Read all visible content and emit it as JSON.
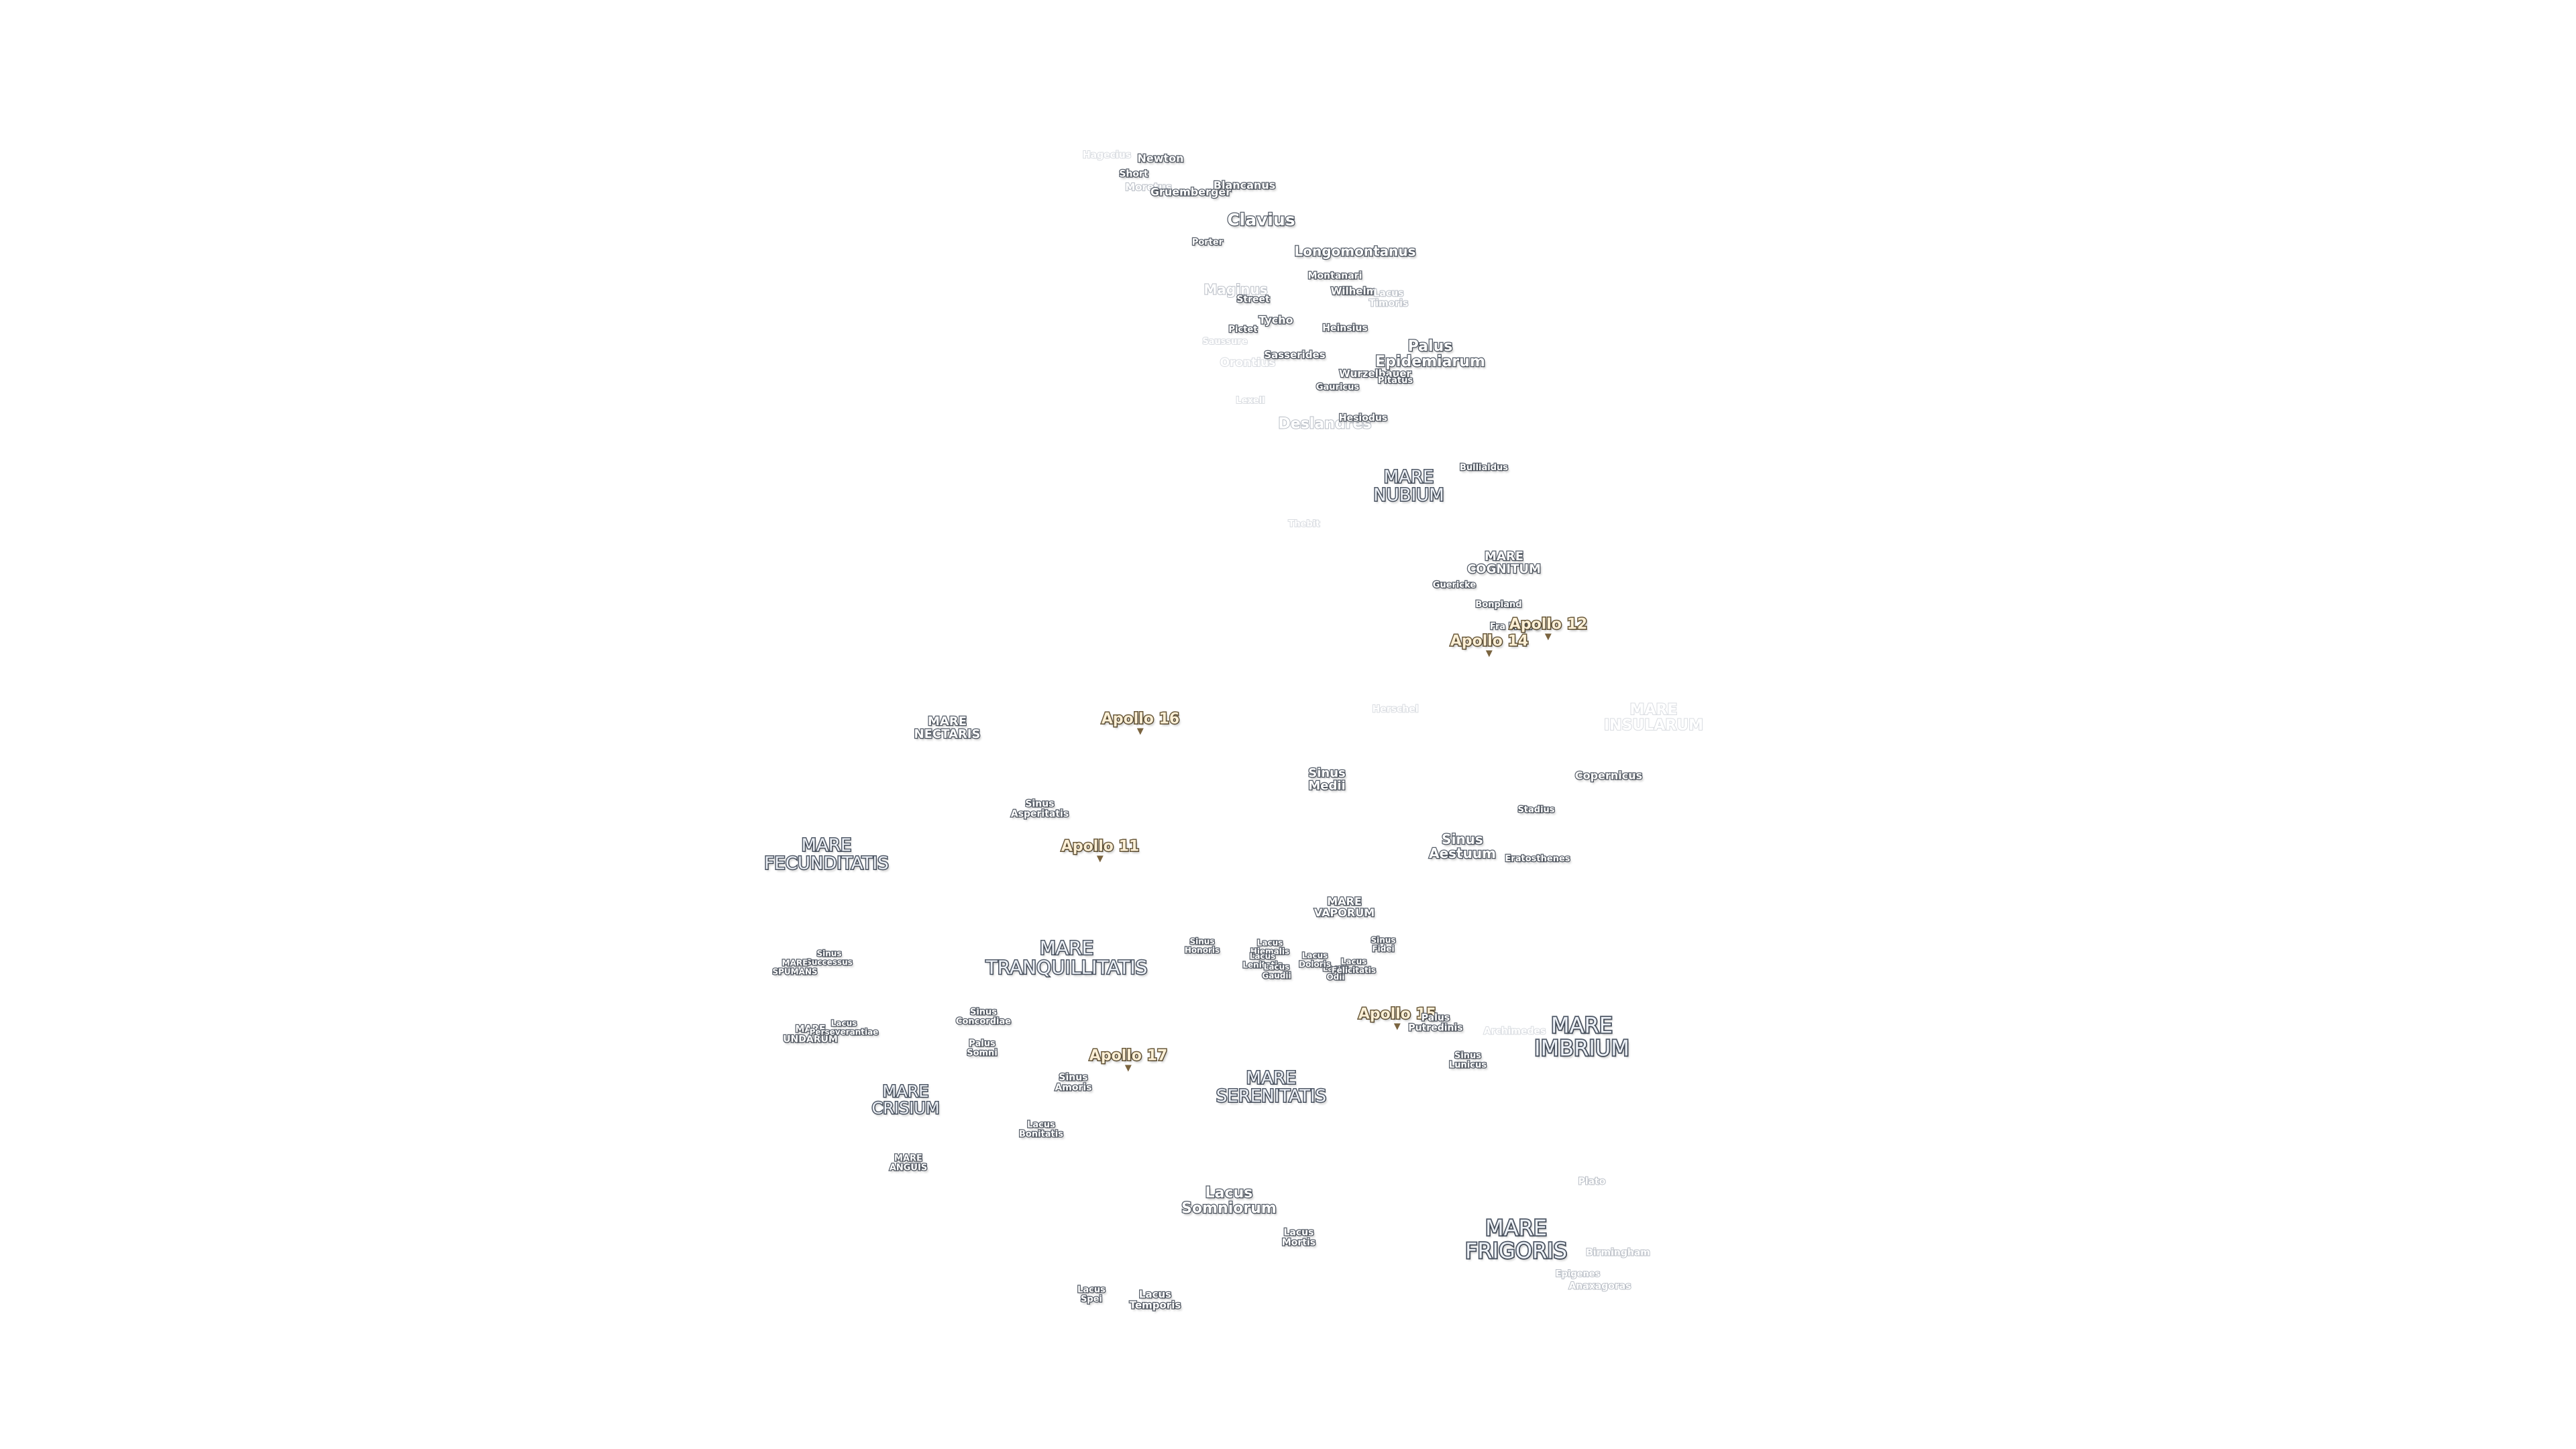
{
  "map": {
    "type": "lunar-feature-labels",
    "background": "#ffffff",
    "colors": {
      "label_fill": "#ffffff",
      "label_outline": "#525a66",
      "mare_fill": "#eef2f8",
      "apollo_fill": "#fdf0d6",
      "apollo_outline": "#6a5a3c",
      "faded_outline": "#b9bec6"
    },
    "labels": [
      {
        "id": "hagecius",
        "text": "Hagecius",
        "style": "faint2",
        "size": 14
      },
      {
        "id": "newton",
        "text": "Newton",
        "style": "crater",
        "size": 16
      },
      {
        "id": "short",
        "text": "Short",
        "style": "crater",
        "size": 14
      },
      {
        "id": "moretus",
        "text": "Moretus",
        "style": "faint",
        "size": 15
      },
      {
        "id": "gruemberger",
        "text": "Gruemberger",
        "style": "crater",
        "size": 16
      },
      {
        "id": "blancanus",
        "text": "Blancanus",
        "style": "crater",
        "size": 16
      },
      {
        "id": "clavius",
        "text": "Clavius",
        "style": "feature",
        "size": 25
      },
      {
        "id": "porter",
        "text": "Porter",
        "style": "crater",
        "size": 13
      },
      {
        "id": "longomontanus",
        "text": "Longomontanus",
        "style": "feature",
        "size": 20
      },
      {
        "id": "montanari",
        "text": "Montanari",
        "style": "crater",
        "size": 14
      },
      {
        "id": "wilhelm",
        "text": "Wilhelm",
        "style": "crater",
        "size": 15
      },
      {
        "id": "lacus-timoris",
        "text": "Lacus\nTimoris",
        "style": "faint",
        "size": 14
      },
      {
        "id": "maginus",
        "text": "Maginus",
        "style": "faint",
        "size": 20
      },
      {
        "id": "street",
        "text": "Street",
        "style": "crater",
        "size": 14
      },
      {
        "id": "tycho",
        "text": "Tycho",
        "style": "crater",
        "size": 16
      },
      {
        "id": "heinsius",
        "text": "Heinsius",
        "style": "crater",
        "size": 14
      },
      {
        "id": "pictet",
        "text": "Pictet",
        "style": "crater",
        "size": 13
      },
      {
        "id": "saussure",
        "text": "Saussure",
        "style": "faint2",
        "size": 13
      },
      {
        "id": "orontius",
        "text": "Orontius",
        "style": "faint2",
        "size": 17
      },
      {
        "id": "sasserides",
        "text": "Sasserides",
        "style": "crater",
        "size": 15
      },
      {
        "id": "palus-epidemiarum",
        "text": "Palus\nEpidemiarum",
        "style": "feature",
        "size": 22
      },
      {
        "id": "wurzelbauer",
        "text": "Wurzelbauer",
        "style": "crater",
        "size": 15
      },
      {
        "id": "gauricus",
        "text": "Gauricus",
        "style": "crater",
        "size": 13
      },
      {
        "id": "pitatus",
        "text": "Pitatus",
        "style": "crater",
        "size": 13
      },
      {
        "id": "lexell",
        "text": "Lexell",
        "style": "faint2",
        "size": 13
      },
      {
        "id": "deslandres",
        "text": "Deslandres",
        "style": "faint",
        "size": 22
      },
      {
        "id": "hesiodus",
        "text": "Hesiodus",
        "style": "crater",
        "size": 14
      },
      {
        "id": "bullialdus",
        "text": "Bullialdus",
        "style": "crater",
        "size": 13
      },
      {
        "id": "mare-nubium",
        "text": "MARE\nNUBIUM",
        "style": "mare",
        "size": 26
      },
      {
        "id": "thebit",
        "text": "Thebit",
        "style": "faint2",
        "size": 13
      },
      {
        "id": "mare-cognitum",
        "text": "MARE\nCOGNITUM",
        "style": "feature",
        "size": 18
      },
      {
        "id": "guericke",
        "text": "Guericke",
        "style": "crater",
        "size": 13
      },
      {
        "id": "bonpland",
        "text": "Bonpland",
        "style": "crater",
        "size": 13
      },
      {
        "id": "fra-mauro",
        "text": "Fra Mauro",
        "style": "crater",
        "size": 13
      },
      {
        "id": "apollo-12",
        "text": "Apollo 12",
        "style": "apollo",
        "size": 22
      },
      {
        "id": "apollo-14",
        "text": "Apollo 14",
        "style": "apollo",
        "size": 22
      },
      {
        "id": "herschel",
        "text": "Herschel",
        "style": "faint2",
        "size": 14
      },
      {
        "id": "mare-insularum",
        "text": "MARE\nINSULARUM",
        "style": "faint2",
        "size": 22
      },
      {
        "id": "apollo-16",
        "text": "Apollo 16",
        "style": "apollo",
        "size": 22
      },
      {
        "id": "mare-nectaris",
        "text": "MARE\nNECTARIS",
        "style": "feature",
        "size": 18
      },
      {
        "id": "sinus-medii",
        "text": "Sinus\nMedii",
        "style": "feature",
        "size": 18
      },
      {
        "id": "copernicus",
        "text": "Copernicus",
        "style": "crater",
        "size": 16
      },
      {
        "id": "sinus-asperitatis",
        "text": "Sinus\nAsperitatis",
        "style": "crater",
        "size": 14
      },
      {
        "id": "stadius",
        "text": "Stadius",
        "style": "crater",
        "size": 13
      },
      {
        "id": "mare-fecunditatis",
        "text": "MARE\nFECUNDITATIS",
        "style": "mare",
        "size": 26
      },
      {
        "id": "apollo-11",
        "text": "Apollo 11",
        "style": "apollo",
        "size": 22
      },
      {
        "id": "sinus-aestuum",
        "text": "Sinus\nAestuum",
        "style": "feature",
        "size": 20
      },
      {
        "id": "eratosthenes",
        "text": "Eratosthenes",
        "style": "crater",
        "size": 13
      },
      {
        "id": "mare-vaporum",
        "text": "MARE\nVAPORUM",
        "style": "feature",
        "size": 16
      },
      {
        "id": "sinus-honoris",
        "text": "Sinus\nHonoris",
        "style": "crater",
        "size": 12
      },
      {
        "id": "lacus-hiemalis",
        "text": "Lacus\nHiemalis",
        "style": "crater",
        "size": 12
      },
      {
        "id": "lacus-lenitatis",
        "text": "Lacus\nLenitatis",
        "style": "crater",
        "size": 12
      },
      {
        "id": "lacus-odii",
        "text": "Lacus\nOdii",
        "style": "crater",
        "size": 12
      },
      {
        "id": "lacus-doloris",
        "text": "Lacus\nDoloris",
        "style": "crater",
        "size": 12
      },
      {
        "id": "lacus-gaudii",
        "text": "Lacus\nGaudii",
        "style": "crater",
        "size": 12
      },
      {
        "id": "lacus-felicitatis",
        "text": "Lacus\nFelicitatis",
        "style": "crater",
        "size": 12
      },
      {
        "id": "sinus-fidei",
        "text": "Sinus\nFidei",
        "style": "crater",
        "size": 12
      },
      {
        "id": "mare-tranquillitatis",
        "text": "MARE\nTRANQUILLITATIS",
        "style": "mare",
        "size": 28
      },
      {
        "id": "sinus-successus",
        "text": "Sinus\nSuccessus",
        "style": "crater",
        "size": 12
      },
      {
        "id": "mare-spumans",
        "text": "MARE\nSPUMANS",
        "style": "crater",
        "size": 12
      },
      {
        "id": "sinus-concordiae",
        "text": "Sinus\nConcordiae",
        "style": "crater",
        "size": 13
      },
      {
        "id": "apollo-15",
        "text": "Apollo 15",
        "style": "apollo",
        "size": 22
      },
      {
        "id": "palus-putredinis",
        "text": "Palus\nPutredinis",
        "style": "crater",
        "size": 14
      },
      {
        "id": "archimedes",
        "text": "Archimedes",
        "style": "faint2",
        "size": 14
      },
      {
        "id": "mare-imbrium",
        "text": "MARE\nIMBRIUM",
        "style": "mare-big",
        "size": 32
      },
      {
        "id": "mare-undarum",
        "text": "MARE\nUNDARUM",
        "style": "crater",
        "size": 14
      },
      {
        "id": "lacus-perseverantiae",
        "text": "Lacus\nPerseverantiae",
        "style": "crater",
        "size": 12
      },
      {
        "id": "palus-somni",
        "text": "Palus\nSomni",
        "style": "crater",
        "size": 13
      },
      {
        "id": "apollo-17",
        "text": "Apollo 17",
        "style": "apollo",
        "size": 22
      },
      {
        "id": "sinus-amoris",
        "text": "Sinus\nAmoris",
        "style": "crater",
        "size": 14
      },
      {
        "id": "mare-serenitatis",
        "text": "MARE\nSERENITATIS",
        "style": "mare",
        "size": 26
      },
      {
        "id": "sinus-lunicus",
        "text": "Sinus\nLunicus",
        "style": "crater",
        "size": 13
      },
      {
        "id": "mare-crisium",
        "text": "MARE\nCRISIUM",
        "style": "mare",
        "size": 24
      },
      {
        "id": "lacus-bonitatis",
        "text": "Lacus\nBonitatis",
        "style": "crater",
        "size": 13
      },
      {
        "id": "mare-anguis",
        "text": "MARE\nANGUIS",
        "style": "crater",
        "size": 13
      },
      {
        "id": "plato",
        "text": "Plato",
        "style": "faint",
        "size": 14
      },
      {
        "id": "lacus-somniorum",
        "text": "Lacus\nSomniorum",
        "style": "feature",
        "size": 22
      },
      {
        "id": "lacus-mortis",
        "text": "Lacus\nMortis",
        "style": "crater",
        "size": 14
      },
      {
        "id": "mare-frigoris",
        "text": "MARE\nFRIGORIS",
        "style": "mare-big",
        "size": 32
      },
      {
        "id": "birmingham",
        "text": "Birmingham",
        "style": "faint",
        "size": 14
      },
      {
        "id": "epigenes",
        "text": "Epigenes",
        "style": "faint",
        "size": 13
      },
      {
        "id": "anaxagoras",
        "text": "Anaxagoras",
        "style": "faint",
        "size": 14
      },
      {
        "id": "lacus-spei",
        "text": "Lacus\nSpei",
        "style": "crater",
        "size": 13
      },
      {
        "id": "lacus-temporis",
        "text": "Lacus\nTemporis",
        "style": "crater",
        "size": 15
      }
    ]
  }
}
